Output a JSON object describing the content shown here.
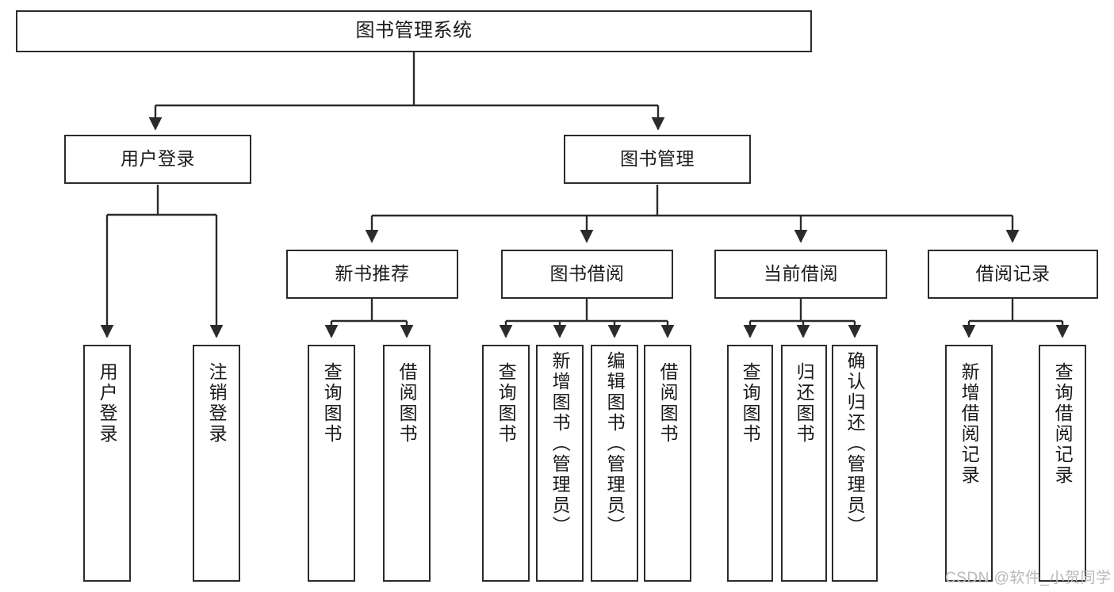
{
  "diagram": {
    "title": "图书管理系统",
    "type": "tree-hierarchy",
    "watermark": "CSDN @软件_小贺同学",
    "colors": {
      "background": "#ffffff",
      "border": "#2b2b2b",
      "text": "#1a1a1a",
      "edge": "#2b2b2b",
      "watermark": "#b9b9b9"
    },
    "nodes": {
      "root": {
        "label": "图书管理系统"
      },
      "level2": [
        {
          "id": "user-login",
          "label": "用户登录"
        },
        {
          "id": "book-manage",
          "label": "图书管理"
        }
      ],
      "level3": [
        {
          "id": "new-book-recommend",
          "label": "新书推荐"
        },
        {
          "id": "book-borrow",
          "label": "图书借阅"
        },
        {
          "id": "current-borrow",
          "label": "当前借阅"
        },
        {
          "id": "borrow-record",
          "label": "借阅记录"
        }
      ],
      "leaves": {
        "user_login": [
          {
            "id": "leaf-user-login",
            "label": "用户登录"
          },
          {
            "id": "leaf-user-logout",
            "label": "注销登录"
          }
        ],
        "new_book_recommend": [
          {
            "id": "leaf-query-book-1",
            "label": "查询图书"
          },
          {
            "id": "leaf-borrow-book-1",
            "label": "借阅图书"
          }
        ],
        "book_borrow": [
          {
            "id": "leaf-query-book-2",
            "label": "查询图书"
          },
          {
            "id": "leaf-add-book",
            "label": "新增图书（管理员）"
          },
          {
            "id": "leaf-edit-book",
            "label": "编辑图书（管理员）"
          },
          {
            "id": "leaf-borrow-book-2",
            "label": "借阅图书"
          }
        ],
        "current_borrow": [
          {
            "id": "leaf-query-book-3",
            "label": "查询图书"
          },
          {
            "id": "leaf-return-book",
            "label": "归还图书"
          },
          {
            "id": "leaf-confirm-return",
            "label": "确认归还（管理员）"
          }
        ],
        "borrow_record": [
          {
            "id": "leaf-add-record",
            "label": "新增借阅记录"
          },
          {
            "id": "leaf-query-record",
            "label": "查询借阅记录"
          }
        ]
      }
    }
  }
}
